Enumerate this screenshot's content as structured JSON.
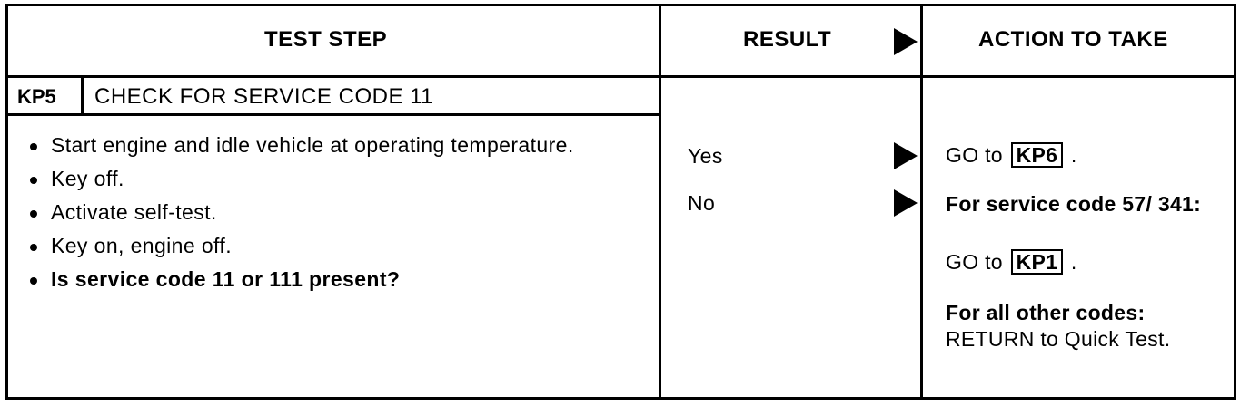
{
  "header": {
    "test_step": "TEST STEP",
    "result": "RESULT",
    "action": "ACTION TO TAKE"
  },
  "step": {
    "code": "KP5",
    "title": "CHECK FOR SERVICE CODE 11"
  },
  "bullets": [
    "Start engine and idle vehicle at operating temperature.",
    "Key off.",
    "Activate self-test.",
    "Key on, engine off.",
    "Is service code 11 or 111 present?"
  ],
  "results": [
    {
      "label": "Yes"
    },
    {
      "label": "No"
    }
  ],
  "actions": {
    "yes": {
      "prefix": "GO to",
      "ref": "KP6",
      "suffix": "."
    },
    "no_line1": "For service code 57/ 341:",
    "no_goto": {
      "prefix": "GO to",
      "ref": "KP1",
      "suffix": "."
    },
    "other_heading": "For all other codes:",
    "other_text": "RETURN to Quick Test."
  }
}
